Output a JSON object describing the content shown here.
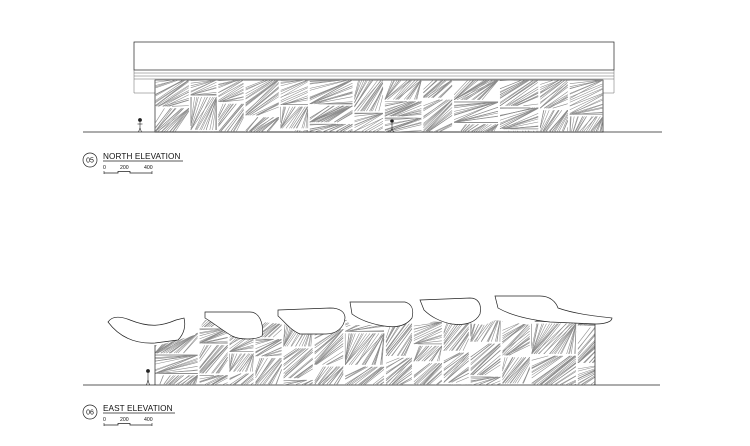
{
  "drawings": [
    {
      "number": "05",
      "title": "NORTH ELEVATION",
      "scale_ticks": [
        "0",
        "200",
        "400"
      ]
    },
    {
      "number": "06",
      "title": "EAST ELEVATION",
      "scale_ticks": [
        "0",
        "200",
        "400"
      ]
    }
  ],
  "colors": {
    "line": "#222222",
    "hatch": "#8a8a8a",
    "background": "#ffffff"
  }
}
